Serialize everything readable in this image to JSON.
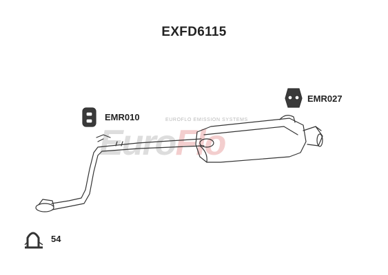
{
  "title": "EXFD6115",
  "parts": [
    {
      "code": "EMR010",
      "icon": "rubber-hanger-icon"
    },
    {
      "code": "EMR027",
      "icon": "rubber-mount-icon"
    },
    {
      "code": "54",
      "icon": "u-bolt-clamp-icon"
    }
  ],
  "watermark": {
    "brand_part1": "Euro",
    "brand_part2": "Flo",
    "tagline": "EUROFLO EMISSION SYSTEMS"
  },
  "colors": {
    "outline": "#333333",
    "watermark_grey": "#d8d8d8",
    "watermark_red": "#f2c6c6"
  }
}
